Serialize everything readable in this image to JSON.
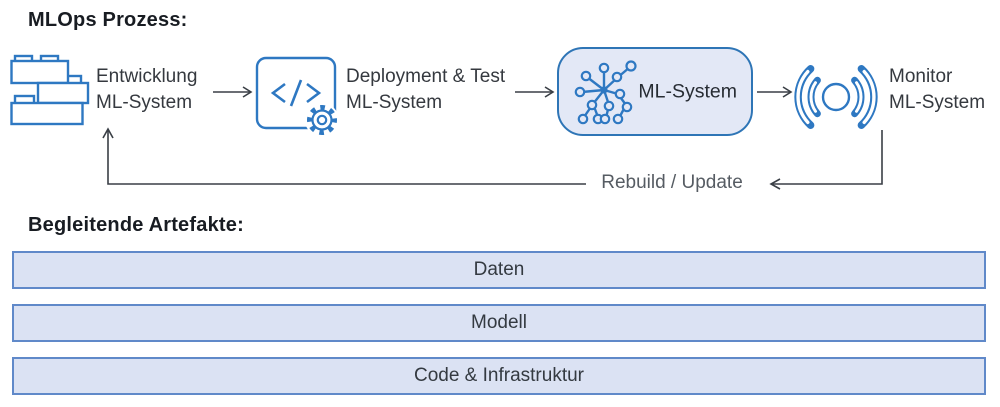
{
  "process": {
    "heading": "MLOps Prozess:",
    "steps": [
      {
        "icon": "bricks-icon",
        "line1": "Entwicklung",
        "line2": "ML-System"
      },
      {
        "icon": "code-gear-icon",
        "line1": "Deployment & Test",
        "line2": "ML-System"
      },
      {
        "icon": "network-icon",
        "label": "ML-System"
      },
      {
        "icon": "broadcast-icon",
        "line1": "Monitor",
        "line2": "ML-System"
      }
    ],
    "feedback_label": "Rebuild / Update"
  },
  "artifacts": {
    "heading": "Begleitende Artefakte:",
    "bars": [
      "Daten",
      "Modell",
      "Code & Infrastruktur"
    ]
  },
  "colors": {
    "icon_blue": "#2e78c2",
    "ml_box_border": "#2e75b6",
    "ml_box_fill": "#e3e8f6",
    "bar_border": "#6089c9",
    "bar_fill": "#dbe2f3",
    "heading_text": "#181c22",
    "body_text": "#35393f",
    "feedback_text": "#565c63",
    "arrow_gray": "#3a3f46"
  }
}
